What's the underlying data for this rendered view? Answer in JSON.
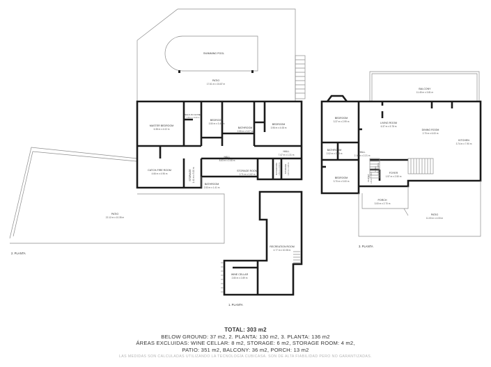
{
  "floors": {
    "second": "2. PLANTA",
    "third": "3. PLANTA",
    "first": "1. PLANTA"
  },
  "rooms": {
    "swimming_pool": "SWIMMING POOL",
    "patio_top": {
      "name": "PATIO",
      "size": "17.61 m x 15.87 m"
    },
    "master_bedroom": {
      "name": "MASTER BEDROOM",
      "size": "6.38 m x 4.02 m"
    },
    "walkin_closet": {
      "name": "WALK-IN CLOSET",
      "size": "1.64 m x 3.20 m"
    },
    "bedroom_a": {
      "name": "BEDROOM",
      "size": "3.50 m x 3.40 m"
    },
    "bathroom_a": {
      "name": "BATHROOM",
      "size": "2.55 m x 3.07 m"
    },
    "bedroom_b": {
      "name": "BEDROOM",
      "size": "3.96 m x 4.08 m"
    },
    "hall_a": {
      "name": "HALL",
      "size": "8.63 m x 2.08 m"
    },
    "hall_b": {
      "name": "HALL",
      "size": "7.47 m x 1.31 m"
    },
    "entertainment_room": {
      "name": "CATCH-FIRE ROOM",
      "size": "4.66 m x 4.96 m"
    },
    "storage_a": {
      "name": "STORAGE",
      "size": "1.41 m x 3.00 m"
    },
    "storage_room": {
      "name": "STORAGE ROOM",
      "size": "2.71 m x 1.62 m"
    },
    "bathroom_b": {
      "name": "BATHROOM",
      "size": "2.53 m x 1.41 m"
    },
    "bathroom_c": {
      "name": "BATHROOM",
      "size": "1.51 m x 2.03 m"
    },
    "storage_b": {
      "name": "STORAGE",
      "size": "1.37 m x 1.80 m"
    },
    "patio_left": {
      "name": "PATIO",
      "size": "22.12 m x 10.35 m"
    },
    "recreation_room": {
      "name": "RECREATION ROOM",
      "size": "4.77 m x 10.08 m"
    },
    "wine_cellar": {
      "name": "WINE CELLAR",
      "size": "2.80 m x 2.89 m"
    },
    "balcony": {
      "name": "BALCONY",
      "size": "11.45 m x 3.81 m"
    },
    "bedroom_c": {
      "name": "BEDROOM",
      "size": "3.37 m x 2.99 m"
    },
    "living_room": {
      "name": "LIVING ROOM",
      "size": "6.37 m x 5.78 m"
    },
    "dining_room": {
      "name": "DINING ROOM",
      "size": "2.70 m x 6.00 m"
    },
    "kitchen": {
      "name": "KITCHEN",
      "size": "3.74 m x 7.90 m"
    },
    "bathroom_d": {
      "name": "BATHROOM",
      "size": "2.02 m x 2.48 m"
    },
    "hall_c": {
      "name": "HALL",
      "size": "2.16 m x 2.21 m"
    },
    "closet": {
      "name": "CLOSET",
      "size": "1.70 m x 1.40 m"
    },
    "hall_d": {
      "name": "HALL",
      "size": "1.15 m x 1.90 m"
    },
    "bedroom_d": {
      "name": "BEDROOM",
      "size": "3.70 m x 3.00 m"
    },
    "foyer": {
      "name": "FOYER",
      "size": "1.57 m x 2.50 m"
    },
    "porch": {
      "name": "PORCH",
      "size": "3.00 m x 2.70 m"
    },
    "patio_right": {
      "name": "PATIO",
      "size": "11.00 m x 4.00 m"
    }
  },
  "summary": {
    "total": "TOTAL: 303 m2",
    "line1": "BELOW GROUND: 37 m2, 2. PLANTA: 130 m2, 3. PLANTA: 136 m2",
    "line2": "ÁREAS EXCLUIDAS: WINE CELLAR: 8 m2, STORAGE: 6 m2, STORAGE ROOM: 4 m2,",
    "line3": "PATIO: 351 m2, BALCONY: 36 m2, PORCH: 13 m2",
    "disclaimer": "LAS MEDIDAS SON CALCULADAS UTILIZANDO LA TECNOLOGÍA CUBICASA. SON DE ALTA FIABILIDAD PERO NO GARANTIZADAS."
  }
}
